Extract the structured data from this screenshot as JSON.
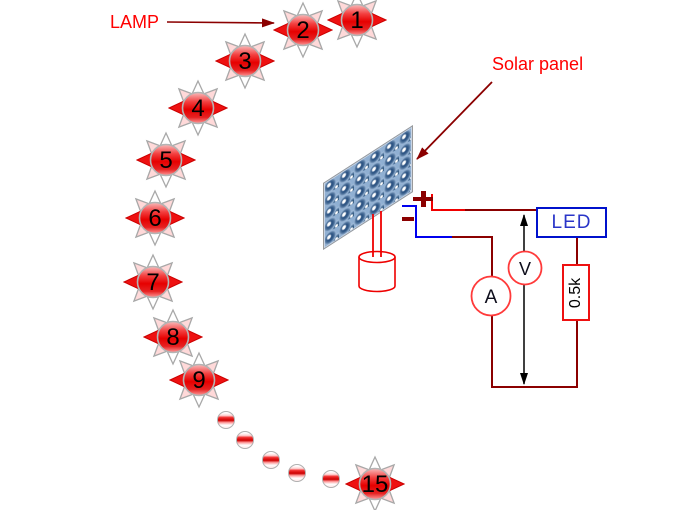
{
  "labels": {
    "lamp": "LAMP",
    "solar_panel": "Solar panel"
  },
  "lamps": [
    "1",
    "2",
    "3",
    "4",
    "5",
    "6",
    "7",
    "8",
    "9",
    "15"
  ],
  "meters": {
    "voltmeter": "V",
    "ammeter": "A"
  },
  "components": {
    "led": "LED",
    "resistor": "0.5k"
  },
  "terminals": {
    "positive": "+",
    "negative": "−"
  },
  "icons": {
    "lamp_icon": "sun-burst shape with red core",
    "dim_lamp_icon": "small red-striped circle",
    "plus_terminal": "+",
    "minus_terminal": "−",
    "annotation_arrow": "dark-red arrow",
    "voltage_span_arrow": "black double-headed vertical arrow"
  },
  "colors": {
    "label_red": "#ff0000",
    "annotation_dark_red": "#8b0000",
    "wire_red": "#ee0000",
    "wire_dark_red": "#8b0000",
    "wire_blue": "#0000ee",
    "led_blue": "#0011cc",
    "resistor_border_red": "#ee1111",
    "meter_ring_red": "#ff3a3a",
    "text_black": "#000000",
    "panel_blue": "#8fafd2"
  }
}
